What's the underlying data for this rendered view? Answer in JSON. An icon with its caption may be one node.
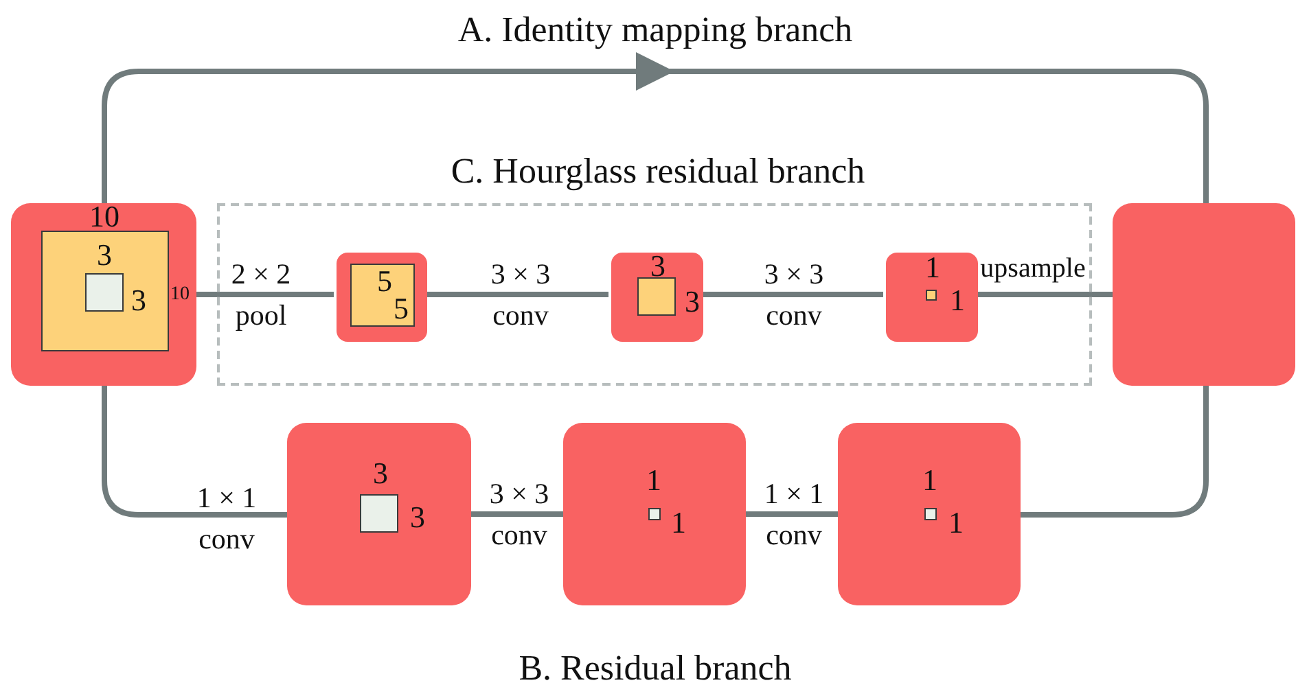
{
  "diagram": {
    "nodes": [
      {
        "text": [
          "10",
          "3",
          "3",
          "10"
        ]
      },
      {
        "text": [
          "C. Hourglass residual branch"
        ]
      },
      {
        "text": [
          "5",
          "5"
        ],
        "in": 1
      },
      {
        "text": [
          "3",
          "3"
        ],
        "in": 1
      },
      {
        "text": [
          "1",
          "1"
        ],
        "in": 1
      },
      {
        "text": [],
        "shape": "box"
      },
      {
        "text": [
          "3",
          "3"
        ]
      },
      {
        "text": [
          "1",
          "1"
        ]
      },
      {
        "text": [
          "1",
          "1"
        ]
      }
    ],
    "edges": [
      {
        "from": 0,
        "to": 5,
        "arrow": "to"
      },
      {
        "from": 0,
        "to": 2,
        "arrow": "none",
        "label": "2 × 2 pool"
      },
      {
        "from": 2,
        "to": 3,
        "arrow": "none",
        "label": "3 × 3 conv"
      },
      {
        "from": 3,
        "to": 4,
        "arrow": "none",
        "label": "3 × 3 conv"
      },
      {
        "from": 4,
        "to": 5,
        "arrow": "none",
        "label": "upsample"
      },
      {
        "from": 0,
        "to": 6,
        "arrow": "none",
        "label": "1 × 1 conv"
      },
      {
        "from": 6,
        "to": 7,
        "arrow": "none",
        "label": "3 × 3 conv"
      },
      {
        "from": 7,
        "to": 8,
        "arrow": "none",
        "label": "1 × 1 conv"
      },
      {
        "from": 8,
        "to": 5,
        "arrow": "none"
      }
    ],
    "labels": [
      "A. Identity mapping branch",
      "B. Residual branch"
    ]
  }
}
